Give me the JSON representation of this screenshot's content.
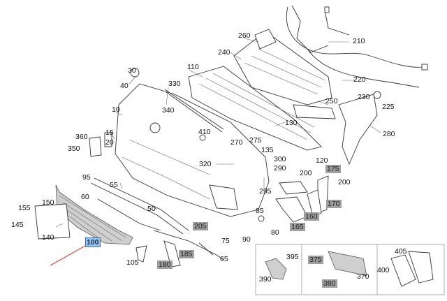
{
  "diagram": {
    "callouts": [
      {
        "id": "c10",
        "text": "10",
        "style": "plain"
      },
      {
        "id": "c15",
        "text": "15",
        "style": "plain"
      },
      {
        "id": "c20",
        "text": "20",
        "style": "plain"
      },
      {
        "id": "c30",
        "text": "30",
        "style": "plain"
      },
      {
        "id": "c40",
        "text": "40",
        "style": "plain"
      },
      {
        "id": "c50",
        "text": "50",
        "style": "plain"
      },
      {
        "id": "c55",
        "text": "55",
        "style": "plain"
      },
      {
        "id": "c60",
        "text": "60",
        "style": "plain"
      },
      {
        "id": "c65",
        "text": "65",
        "style": "plain"
      },
      {
        "id": "c75",
        "text": "75",
        "style": "plain"
      },
      {
        "id": "c80",
        "text": "80",
        "style": "plain"
      },
      {
        "id": "c85",
        "text": "85",
        "style": "plain"
      },
      {
        "id": "c90",
        "text": "90",
        "style": "plain"
      },
      {
        "id": "c95",
        "text": "95",
        "style": "plain"
      },
      {
        "id": "c100",
        "text": "100",
        "style": "highlight"
      },
      {
        "id": "c105",
        "text": "105",
        "style": "plain"
      },
      {
        "id": "c110",
        "text": "110",
        "style": "plain"
      },
      {
        "id": "c120",
        "text": "120",
        "style": "plain"
      },
      {
        "id": "c130",
        "text": "130",
        "style": "plain"
      },
      {
        "id": "c135",
        "text": "135",
        "style": "plain"
      },
      {
        "id": "c140",
        "text": "140",
        "style": "plain"
      },
      {
        "id": "c145",
        "text": "145",
        "style": "plain"
      },
      {
        "id": "c150",
        "text": "150",
        "style": "plain"
      },
      {
        "id": "c155",
        "text": "155",
        "style": "plain"
      },
      {
        "id": "c160",
        "text": "160",
        "style": "boxed"
      },
      {
        "id": "c165",
        "text": "165",
        "style": "boxed"
      },
      {
        "id": "c170",
        "text": "170",
        "style": "boxed"
      },
      {
        "id": "c175",
        "text": "175",
        "style": "boxed"
      },
      {
        "id": "c180",
        "text": "180",
        "style": "boxed"
      },
      {
        "id": "c185",
        "text": "185",
        "style": "boxed"
      },
      {
        "id": "c200a",
        "text": "200",
        "style": "plain"
      },
      {
        "id": "c200b",
        "text": "200",
        "style": "plain"
      },
      {
        "id": "c205",
        "text": "205",
        "style": "boxed"
      },
      {
        "id": "c210",
        "text": "210",
        "style": "plain"
      },
      {
        "id": "c220",
        "text": "220",
        "style": "plain"
      },
      {
        "id": "c225",
        "text": "225",
        "style": "plain"
      },
      {
        "id": "c230",
        "text": "230",
        "style": "plain"
      },
      {
        "id": "c240",
        "text": "240",
        "style": "plain"
      },
      {
        "id": "c250",
        "text": "250",
        "style": "plain"
      },
      {
        "id": "c260",
        "text": "260",
        "style": "plain"
      },
      {
        "id": "c270",
        "text": "270",
        "style": "plain"
      },
      {
        "id": "c275",
        "text": "275",
        "style": "plain"
      },
      {
        "id": "c280",
        "text": "280",
        "style": "plain"
      },
      {
        "id": "c290",
        "text": "290",
        "style": "plain"
      },
      {
        "id": "c295",
        "text": "295",
        "style": "plain"
      },
      {
        "id": "c300",
        "text": "300",
        "style": "plain"
      },
      {
        "id": "c320",
        "text": "320",
        "style": "plain"
      },
      {
        "id": "c330",
        "text": "330",
        "style": "plain"
      },
      {
        "id": "c340",
        "text": "340",
        "style": "plain"
      },
      {
        "id": "c350",
        "text": "350",
        "style": "plain"
      },
      {
        "id": "c360",
        "text": "360",
        "style": "plain"
      },
      {
        "id": "c370",
        "text": "370",
        "style": "plain"
      },
      {
        "id": "c375",
        "text": "375",
        "style": "boxed"
      },
      {
        "id": "c380",
        "text": "380",
        "style": "boxed"
      },
      {
        "id": "c390",
        "text": "390",
        "style": "plain"
      },
      {
        "id": "c395",
        "text": "395",
        "style": "plain"
      },
      {
        "id": "c400",
        "text": "400",
        "style": "plain"
      },
      {
        "id": "c405",
        "text": "405",
        "style": "plain"
      },
      {
        "id": "c410",
        "text": "410",
        "style": "plain"
      }
    ],
    "colors": {
      "highlight_fill": "#9ec3e6",
      "highlight_border": "#3a6ea8",
      "box_fill": "#9e9e9e",
      "arrow": "#e0443a",
      "line": "#333333"
    }
  }
}
